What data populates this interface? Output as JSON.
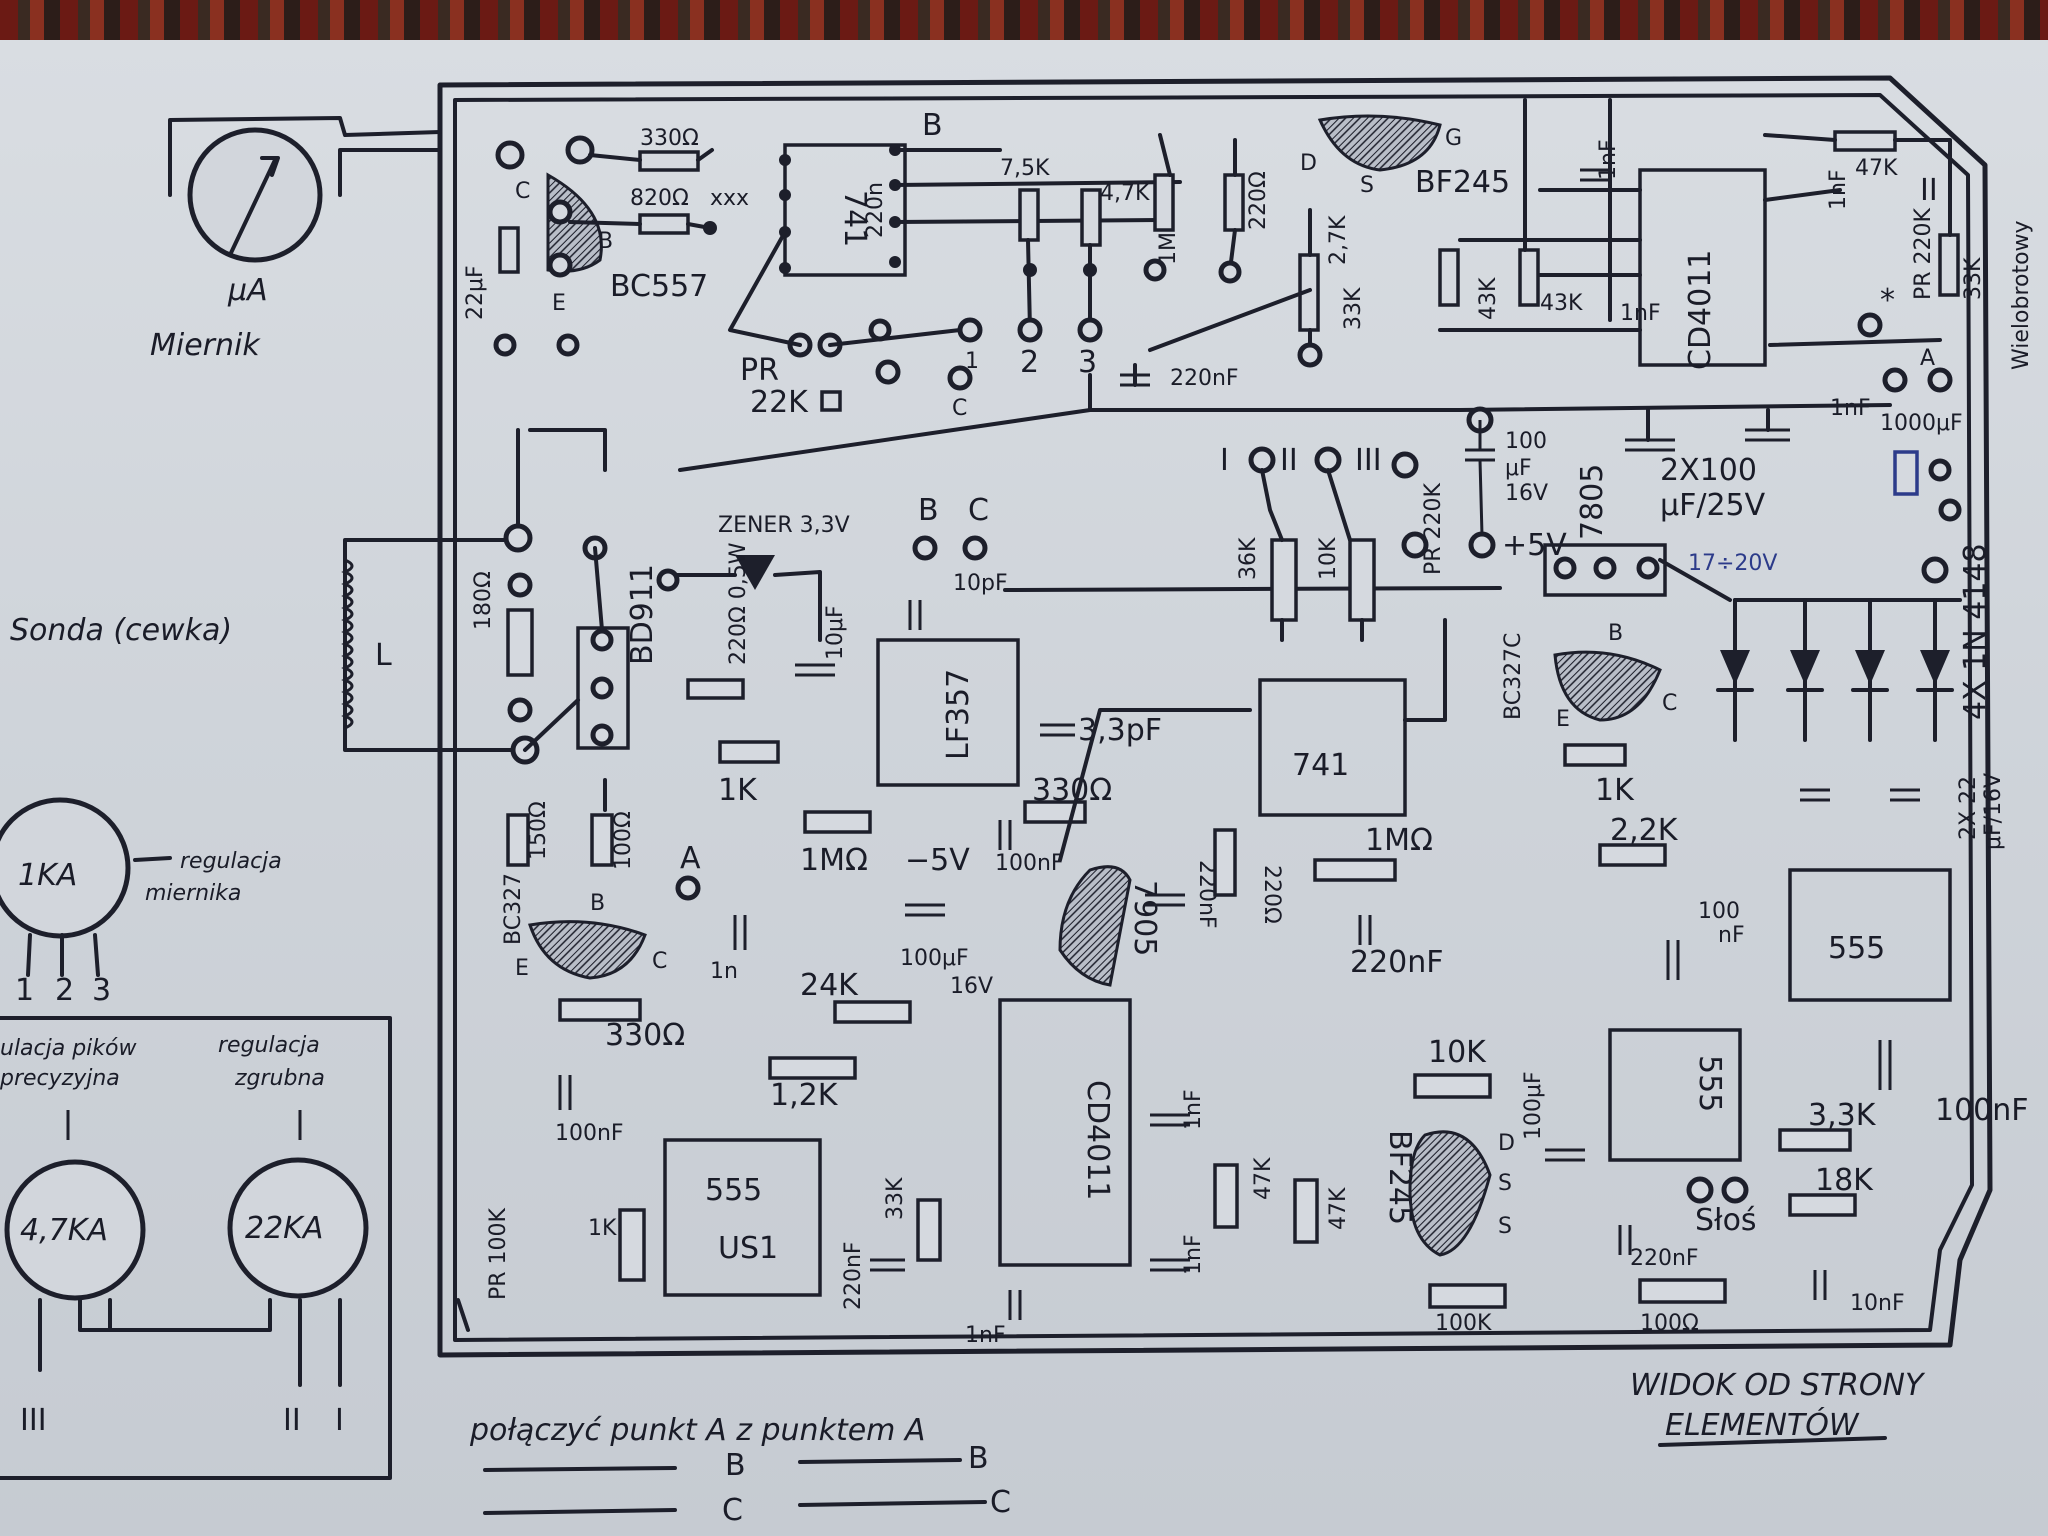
{
  "meter": {
    "unit": "μA",
    "caption": "Miernik"
  },
  "probe": {
    "caption": "Sonda (cewka)",
    "coil": "L"
  },
  "transistors": {
    "bc557": "BC557",
    "bc327": "BC327",
    "bc327c": "BC327C",
    "bd911": "BD911",
    "bf245_top": "BF245",
    "bf245_bottom": "BF245",
    "bc557_e": "E",
    "bc557_b": "B",
    "bc557_c": "C",
    "bc327_e": "E",
    "bc327_b": "B",
    "bc327_c": "C",
    "bf245_top_d": "D",
    "bf245_top_s": "S",
    "bf245_top_g": "G",
    "bf245_bot_d": "D",
    "bf245_bot_s1": "S",
    "bf245_bot_s2": "S",
    "bc327c_e": "E",
    "bc327c_b": "B",
    "bc327c_c": "C"
  },
  "ics": {
    "u741_top": "741",
    "u741_mid": "741",
    "lf357": "LF357",
    "cd4011_top": "CD4011",
    "cd4011_bottom": "CD4011",
    "ne555_left": "555",
    "ne555_mid": "555",
    "ne555_right": "555",
    "us1": "US1",
    "reg7805": "7805",
    "reg7905": "7905"
  },
  "components": {
    "r330_top": "330Ω",
    "r820": "820Ω",
    "r820_marks": "xxx",
    "c22uf": "22μF",
    "r7k5": "7,5K",
    "r4k7_top": "4,7K",
    "c220n_pin": "220n",
    "r1m_top": "1M",
    "r220_top": "220Ω",
    "r2k7": "2,7K",
    "r33k_top": "33K",
    "r43k_a": "43K",
    "r43k_b": "43K",
    "c1nf_a": "1nF",
    "c1nf_b": "1nF",
    "c1nf_c": "1nF",
    "r47k_top": "47K",
    "r33k_right": "33K",
    "pr220k_top": "PR 220K",
    "c1nf_d": "1nF",
    "c1000uf": "1000μF",
    "pr22k": "PR",
    "pr22k_val": "22K",
    "c220nf_top": "220nF",
    "r220_mid": "220Ω",
    "c100uf_16v_a": "100",
    "c100uf_16v_b": "μF",
    "c100uf_16v_c": "16V",
    "c2x100": "2X100",
    "c2x100_v": "μF/25V",
    "v17_20": "17÷20V",
    "plus5v": "+5V",
    "pr220k_mid": "PR 220K",
    "r36k": "36K",
    "r10k_mid": "10K",
    "zener": "ZENER 3,3V",
    "r220_05w": "220Ω 0,5W",
    "c10uf": "10μF",
    "c10pf": "10pF",
    "c3_3pf": "3,3pF",
    "r330_mid": "330Ω",
    "r180": "180Ω",
    "r150": "150Ω",
    "r100": "100Ω",
    "r1k_a": "1K",
    "r1m_mid": "1MΩ",
    "minus5v": "−5V",
    "c100nf_a": "100nF",
    "c100uf_16v_d": "100μF",
    "c100uf_16v_e": "16V",
    "c220nf_mid": "220nF",
    "r220_right": "220Ω",
    "r1m_right": "1MΩ",
    "c220nf_r": "220nF",
    "r1k_b": "1K",
    "r2k2": "2,2K",
    "c100nf_b": "100",
    "c100nf_b2": "nF",
    "diodes": "4X 1N 4148",
    "c2x22": "2X 22",
    "c2x22_v": "μF/16V",
    "c1n": "1n",
    "r24k": "24K",
    "r330_low": "330Ω",
    "r1k2": "1,2K",
    "c100nf_c": "100nF",
    "r1k_low": "1K",
    "pr100k": "PR 100K",
    "r33k_low": "33K",
    "c220nf_low": "220nF",
    "c1nf_low": "1nF",
    "c1nf_e": "1nF",
    "c1nf_f": "1nF",
    "r47k_a": "47K",
    "r47k_b": "47K",
    "r10k_low": "10K",
    "r100k": "100K",
    "c100uf_low": "100μF",
    "c220nf_bot": "220nF",
    "r100_bot": "100Ω",
    "r3k3": "3,3K",
    "r18k": "18K",
    "c10nf": "10nF",
    "c100nf_right": "100nF",
    "speaker": "Słoś",
    "wielo": "Wielobrotowy"
  },
  "switch_labels": {
    "b_top": "B",
    "c_pr": "C",
    "n1": "1",
    "n2": "2",
    "n3": "3",
    "b_mid": "B",
    "c_mid": "C",
    "a_mid": "A",
    "a_top": "A",
    "sw1": "I",
    "sw2": "II",
    "sw3": "III",
    "ii_right": "II",
    "star": "*"
  },
  "pots": {
    "p1ka": "1KA",
    "p1ka_note_1": "regulacja",
    "p1ka_note_2": "miernika",
    "p1ka_pins": [
      "1",
      "2",
      "3"
    ],
    "p47ka": "4,7KA",
    "p22ka": "22KA",
    "fine_1": "ulacja pików",
    "fine_2": "precyzyjna",
    "coarse_1": "regulacja",
    "coarse_2": "zgrubna",
    "out_iii": "III",
    "out_ii": "II",
    "out_i": "I"
  },
  "notes": {
    "connect": "połączyć punkt A z punktem A",
    "b_left": "B",
    "b_right": "B",
    "c_left": "C",
    "c_right": "C",
    "view_1": "WIDOK OD STRONY",
    "view_2": "ELEMENTÓW"
  }
}
